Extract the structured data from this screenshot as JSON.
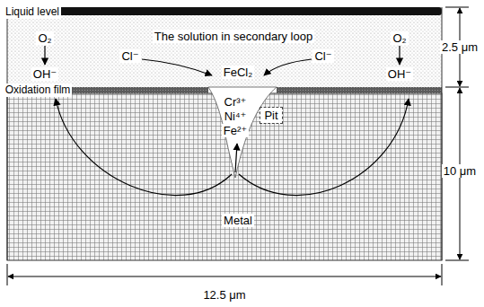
{
  "diagram": {
    "nodes": [
      {
        "text": [
          "Pit"
        ]
      }
    ],
    "labels": [
      "Liquid level",
      "O₂",
      "O₂",
      "OH⁻",
      "OH⁻",
      "Oxidation film",
      "The solution in secondary loop",
      "Cl⁻",
      "Cl⁻",
      "FeCl₂",
      "Cr³⁺",
      "Ni⁴⁺",
      "Fe²⁺",
      "Metal",
      "2.5 μm",
      "10 μm",
      "12.5 μm"
    ]
  }
}
